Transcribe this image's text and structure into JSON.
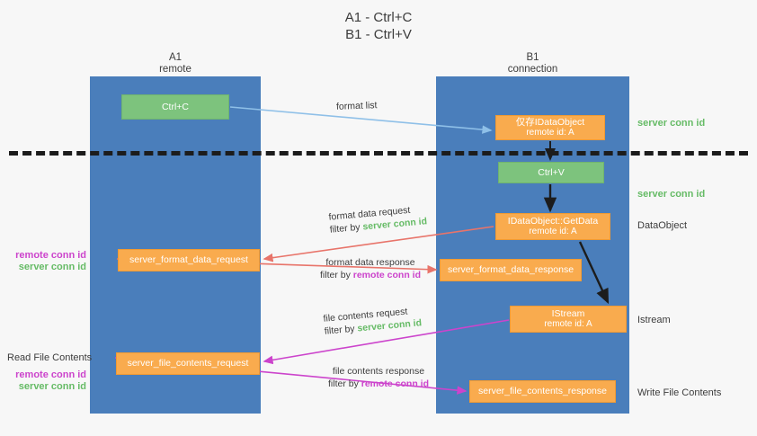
{
  "title": {
    "line1": "A1 - Ctrl+C",
    "line2": "B1 - Ctrl+V"
  },
  "lanes": {
    "a": {
      "name": "A1",
      "role": "remote"
    },
    "b": {
      "name": "B1",
      "role": "connection"
    }
  },
  "boxes": {
    "ctrl_c": {
      "label": "Ctrl+C",
      "color": "#7dc37d"
    },
    "idataobject": {
      "line1": "仅存IDataObject",
      "line2": "remote id: A",
      "color": "#f9ab4e"
    },
    "ctrl_v": {
      "label": "Ctrl+V",
      "color": "#7dc37d"
    },
    "getdata": {
      "line1": "IDataObject::GetData",
      "line2": "remote id: A",
      "color": "#f9ab4e"
    },
    "format_data_request": {
      "label": "server_format_data_request",
      "color": "#f9ab4e"
    },
    "format_data_response": {
      "label": "server_format_data_response",
      "color": "#f9ab4e"
    },
    "istream": {
      "line1": "IStream",
      "line2": "remote id: A",
      "color": "#f9ab4e"
    },
    "file_contents_request": {
      "label": "server_file_contents_request",
      "color": "#f9ab4e"
    },
    "file_contents_response": {
      "label": "server_file_contents_response",
      "color": "#f9ab4e"
    }
  },
  "flows": {
    "format_list": {
      "label": "format list"
    },
    "format_data_request": {
      "label": "format data request",
      "filter_prefix": "filter by ",
      "filter_target": "server conn id"
    },
    "format_data_response": {
      "label": "format data response",
      "filter_prefix": "filter by ",
      "filter_target": "remote conn id"
    },
    "file_contents_request": {
      "label": "file contents request",
      "filter_prefix": "filter by ",
      "filter_target": "server conn id"
    },
    "file_contents_response": {
      "label": "file contents response",
      "filter_prefix": "filter by ",
      "filter_target": "remote conn id"
    }
  },
  "annotations": {
    "server_conn_id_top": "server conn id",
    "server_conn_id_mid": "server conn id",
    "dataobject": "DataObject",
    "istream": "Istream",
    "write_file_contents": "Write File Contents",
    "read_file_contents": "Read File Contents",
    "left_remote_conn_id_1": "remote conn id",
    "left_server_conn_id_1": "server conn id",
    "left_remote_conn_id_2": "remote conn id",
    "left_server_conn_id_2": "server conn id"
  },
  "colors": {
    "lane": "#4a7ebb",
    "green_box": "#7dc37d",
    "orange_box": "#f9ab4e",
    "conn_green": "#66bb66",
    "conn_magenta": "#cc44cc",
    "arrow_blue": "#8fc0e8",
    "arrow_red": "#e8746a",
    "arrow_magenta": "#cc44cc",
    "arrow_dark": "#1c1c1c",
    "background": "#f7f7f7"
  }
}
